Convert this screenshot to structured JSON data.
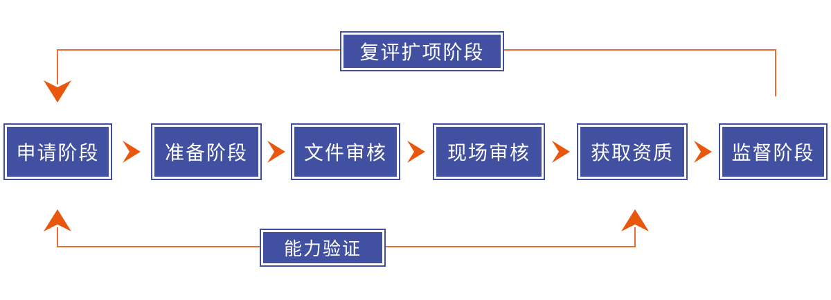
{
  "diagram": {
    "title_implied": "accreditation process flow",
    "stages": [
      {
        "label": "申请阶段"
      },
      {
        "label": "准备阶段"
      },
      {
        "label": "文件审核"
      },
      {
        "label": "现场审核"
      },
      {
        "label": "获取资质"
      },
      {
        "label": "监督阶段"
      }
    ],
    "top_loop": {
      "label": "复评扩项阶段"
    },
    "bottom_loop": {
      "label": "能力验证"
    },
    "colors": {
      "box_fill": "#4150A0",
      "box_text": "#FFFFFF",
      "arrow_fill": "#E8570D",
      "line_stroke": "#ED6C30"
    }
  }
}
